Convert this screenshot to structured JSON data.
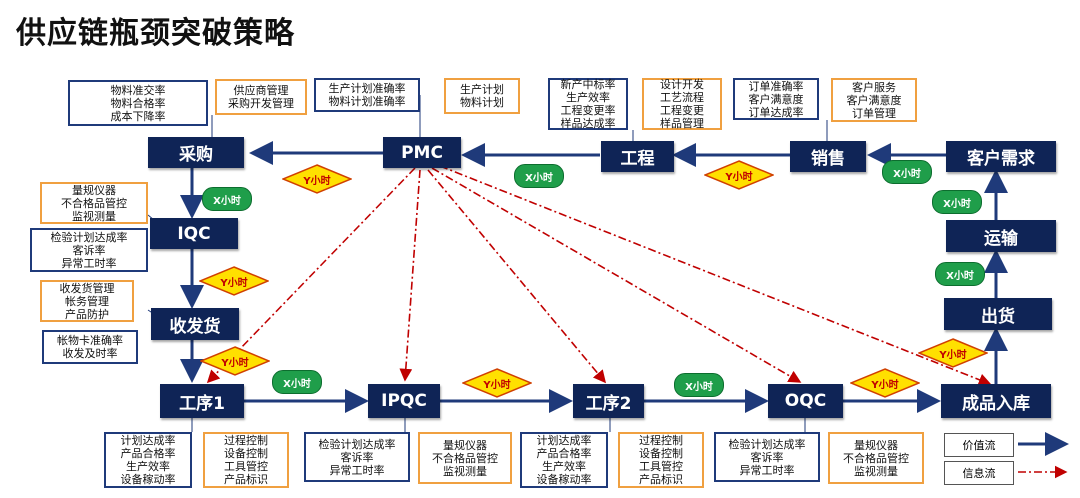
{
  "title": "供应链瓶颈突破策略",
  "nodes": {
    "caigou": "采购",
    "pmc": "PMC",
    "gongcheng": "工程",
    "xiaoshou": "销售",
    "kehu": "客户需求",
    "iqc": "IQC",
    "shoufahuo": "收发货",
    "gongxu1": "工序1",
    "ipqc": "IPQC",
    "gongxu2": "工序2",
    "oqc": "OQC",
    "chengpin": "成品入库",
    "chuhuo": "出货",
    "yunshu": "运输"
  },
  "boxes": {
    "caigou_kpi": [
      "物料准交率",
      "物料合格率",
      "成本下降率"
    ],
    "caigou_func": [
      "供应商管理",
      "采购开发管理"
    ],
    "pmc_kpi": [
      "生产计划准确率",
      "物料计划准确率"
    ],
    "pmc_func": [
      "生产计划",
      "物料计划"
    ],
    "gc_kpi": [
      "新产中标率",
      "生产效率",
      "工程变更率",
      "样品达成率"
    ],
    "gc_func": [
      "设计开发",
      "工艺流程",
      "工程变更",
      "样品管理"
    ],
    "xs_kpi": [
      "订单准确率",
      "客户满意度",
      "订单达成率"
    ],
    "xs_func": [
      "客户服务",
      "客户满意度",
      "订单管理"
    ],
    "iqc_func": [
      "量规仪器",
      "不合格品管控",
      "监视测量"
    ],
    "iqc_kpi": [
      "检验计划达成率",
      "客诉率",
      "异常工时率"
    ],
    "sfh_func": [
      "收发货管理",
      "帐务管理",
      "产品防护"
    ],
    "sfh_kpi": [
      "帐物卡准确率",
      "收发及时率"
    ],
    "gx1_kpi": [
      "计划达成率",
      "产品合格率",
      "生产效率",
      "设备稼动率"
    ],
    "gx1_func": [
      "过程控制",
      "设备控制",
      "工具管控",
      "产品标识"
    ],
    "ipqc_kpi": [
      "检验计划达成率",
      "客诉率",
      "异常工时率"
    ],
    "ipqc_func": [
      "量规仪器",
      "不合格品管控",
      "监视测量"
    ],
    "gx2_kpi": [
      "计划达成率",
      "产品合格率",
      "生产效率",
      "设备稼动率"
    ],
    "gx2_func": [
      "过程控制",
      "设备控制",
      "工具管控",
      "产品标识"
    ],
    "oqc_kpi": [
      "检验计划达成率",
      "客诉率",
      "异常工时率"
    ],
    "oqc_func": [
      "量规仪器",
      "不合格品管控",
      "监视测量"
    ]
  },
  "time_labels": {
    "x_hour": "X小时",
    "y_hour": "Y小时"
  },
  "legend": {
    "value_flow": "价值流",
    "info_flow": "信息流"
  },
  "colors": {
    "node": "#0f2456",
    "value_flow": "#1f3a7a",
    "info_flow": "#c00000",
    "kpi_border": "#1f3a7a",
    "func_border": "#f0a040",
    "x_badge": "#1f9e4a",
    "y_badge": "#ffe000"
  }
}
